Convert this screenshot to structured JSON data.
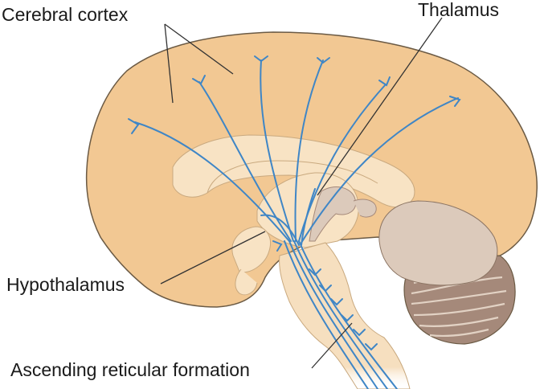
{
  "labels": {
    "cerebral_cortex": "Cerebral cortex",
    "thalamus": "Thalamus",
    "hypothalamus": "Hypothalamus",
    "ascending_reticular_formation": "Ascending reticular formation"
  },
  "colors": {
    "cortex": "#f2c893",
    "cortex_outline": "#6b5a44",
    "inner_pale": "#f8e3c4",
    "brainstem": "#f6dfbf",
    "cerebellum": "#dccabb",
    "cerebellum_dark": "#a5897a",
    "fiber": "#3f86c6"
  }
}
